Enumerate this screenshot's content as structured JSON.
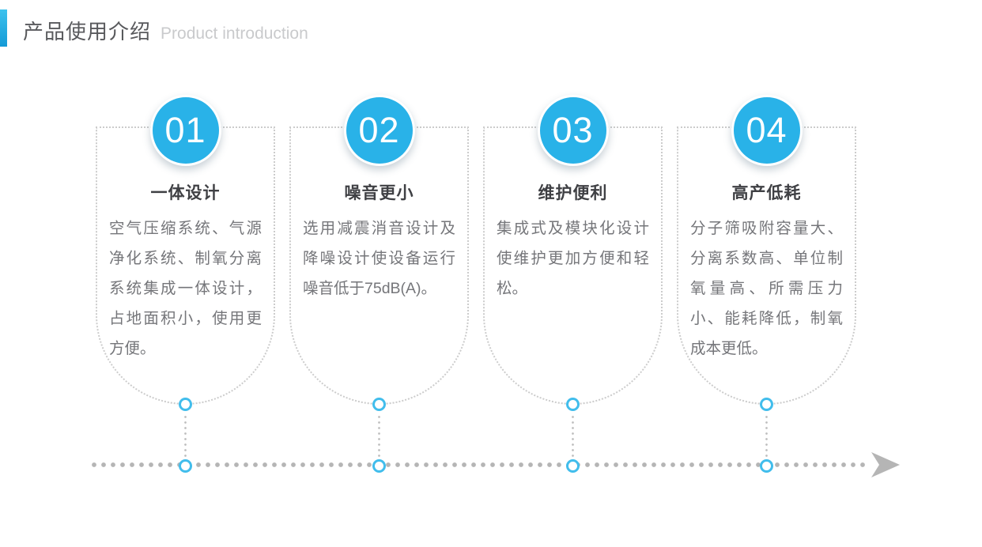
{
  "header": {
    "title_zh": "产品使用介绍",
    "title_en": "Product introduction"
  },
  "colors": {
    "accent_blue": "#29b2e8",
    "accent_gradient_top": "#3cc2ee",
    "accent_gradient_bottom": "#149ad6",
    "header_title_gray": "#58595c",
    "header_subtitle_gray": "#c9cacc",
    "card_title_color": "#3f4044",
    "card_body_color": "#75767a",
    "dotted_border_gray": "#cccccc",
    "timeline_gray": "#b5b5b5",
    "node_stroke_blue": "#41bdec"
  },
  "cards": [
    {
      "number": "01",
      "title": "一体设计",
      "body": "空气压缩系统、气源净化系统、制氧分离系统集成一体设计，占地面积小，使用更方便。"
    },
    {
      "number": "02",
      "title": "噪音更小",
      "body": "选用减震消音设计及降噪设计使设备运行噪音低于75dB(A)。"
    },
    {
      "number": "03",
      "title": "维护便利",
      "body": "集成式及模块化设计使维护更加方便和轻松。"
    },
    {
      "number": "04",
      "title": "高产低耗",
      "body": "分子筛吸附容量大、分离系数高、单位制氧量高、所需压力小、能耗降低，制氧成本更低。"
    }
  ],
  "timeline": {
    "arrow": "arrow-right-icon"
  }
}
